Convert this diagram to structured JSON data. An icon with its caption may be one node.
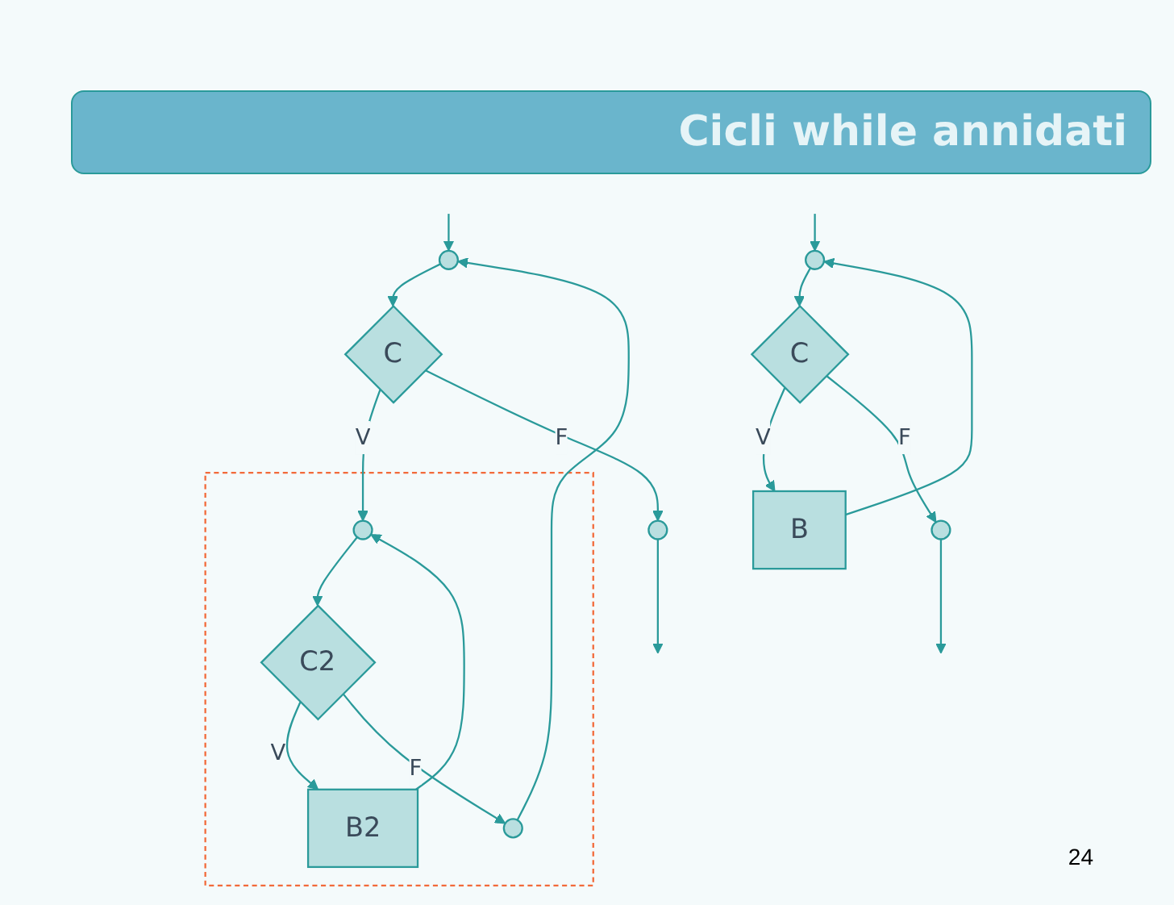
{
  "diagram": {
    "title": "Cicli while annidati",
    "nodes": [
      {
        "text": [],
        "shape": "circle"
      },
      {
        "text": [
          "C"
        ]
      },
      {
        "text": [
          "B"
        ]
      },
      {
        "text": [],
        "shape": "circle"
      },
      {
        "text": [],
        "shape": "circle"
      },
      {
        "text": [
          "C"
        ]
      },
      {
        "text": [],
        "shape": "box"
      },
      {
        "text": [],
        "shape": "circle",
        "in": 6
      },
      {
        "text": [
          "C2"
        ],
        "in": 6
      },
      {
        "text": [
          "B2"
        ],
        "in": 6
      },
      {
        "text": [],
        "shape": "circle",
        "in": 6
      },
      {
        "text": [],
        "shape": "circle"
      }
    ],
    "edges": [
      {
        "from": null,
        "to": 0,
        "arrow": "to"
      },
      {
        "from": 0,
        "to": 1,
        "arrow": "to"
      },
      {
        "from": 1,
        "to": 2,
        "arrow": "to",
        "label": "V"
      },
      {
        "from": 2,
        "to": 0,
        "arrow": "to"
      },
      {
        "from": 1,
        "to": 3,
        "arrow": "to",
        "label": "F"
      },
      {
        "from": 3,
        "to": null,
        "arrow": "to"
      },
      {
        "from": null,
        "to": 4,
        "arrow": "to"
      },
      {
        "from": 4,
        "to": 5,
        "arrow": "to"
      },
      {
        "from": 5,
        "to": 7,
        "arrow": "to",
        "label": "V"
      },
      {
        "from": 7,
        "to": 8,
        "arrow": "to"
      },
      {
        "from": 8,
        "to": 9,
        "arrow": "to",
        "label": "V"
      },
      {
        "from": 9,
        "to": 7,
        "arrow": "to"
      },
      {
        "from": 8,
        "to": 10,
        "arrow": "to",
        "label": "F"
      },
      {
        "from": 10,
        "to": 4,
        "arrow": "to"
      },
      {
        "from": 5,
        "to": 11,
        "arrow": "to",
        "label": "F"
      },
      {
        "from": 11,
        "to": null,
        "arrow": "to"
      }
    ],
    "labels": [
      "24"
    ]
  }
}
